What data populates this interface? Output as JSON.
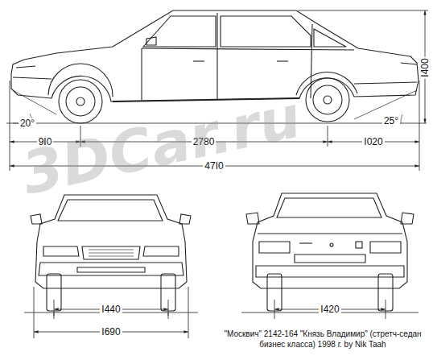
{
  "diagram": {
    "caption": "\"Москвич\" 2142-164 \"Князь Владимир\" (стретч-седан бизнес класса) 1998 г. by Nik Taah",
    "labels": [
      "20°",
      "25°",
      "9I0",
      "2780",
      "I020",
      "47I0",
      "I400",
      "I440",
      "I690",
      "I420",
      "3DCar.ru"
    ]
  }
}
